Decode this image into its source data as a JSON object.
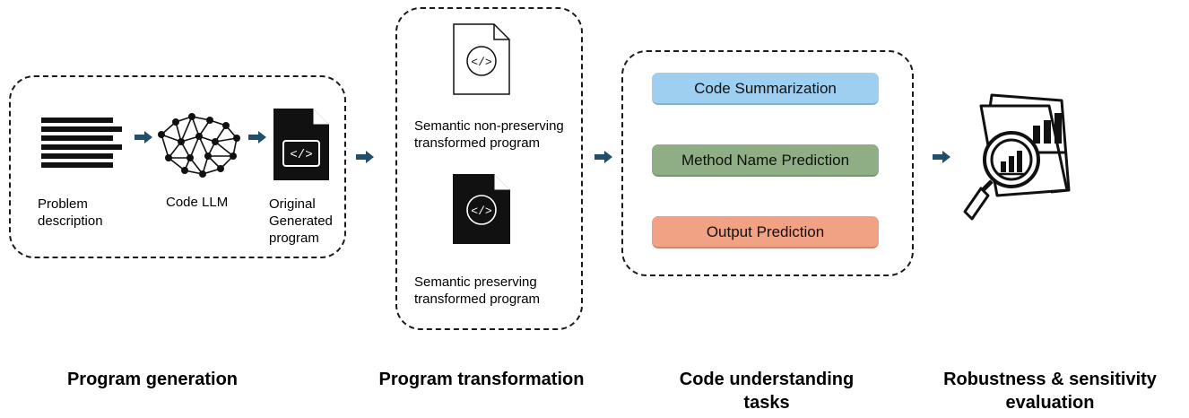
{
  "program_generation": {
    "problem_label": "Problem\ndescription",
    "llm_label": "Code LLM",
    "original_label": "Original\nGenerated\nprogram",
    "stage_title": "Program generation"
  },
  "program_transformation": {
    "non_preserving_label": "Semantic non-preserving\ntransformed program",
    "preserving_label": "Semantic preserving\ntransformed program",
    "stage_title": "Program transformation"
  },
  "tasks": {
    "items": [
      {
        "label": "Code Summarization",
        "color": "#9fcff0"
      },
      {
        "label": "Method Name Prediction",
        "color": "#8fae86"
      },
      {
        "label": "Output Prediction",
        "color": "#f1a184"
      }
    ],
    "stage_title": "Code understanding\ntasks"
  },
  "evaluation": {
    "stage_title": "Robustness & sensitivity\nevaluation"
  },
  "colors": {
    "arrow": "#1f4f6b",
    "dash": "#1a1a1a"
  },
  "icons": [
    "text-lines-icon",
    "neural-network-icon",
    "code-file-icon",
    "magnifier-chart-icon",
    "arrow-right-icon"
  ]
}
